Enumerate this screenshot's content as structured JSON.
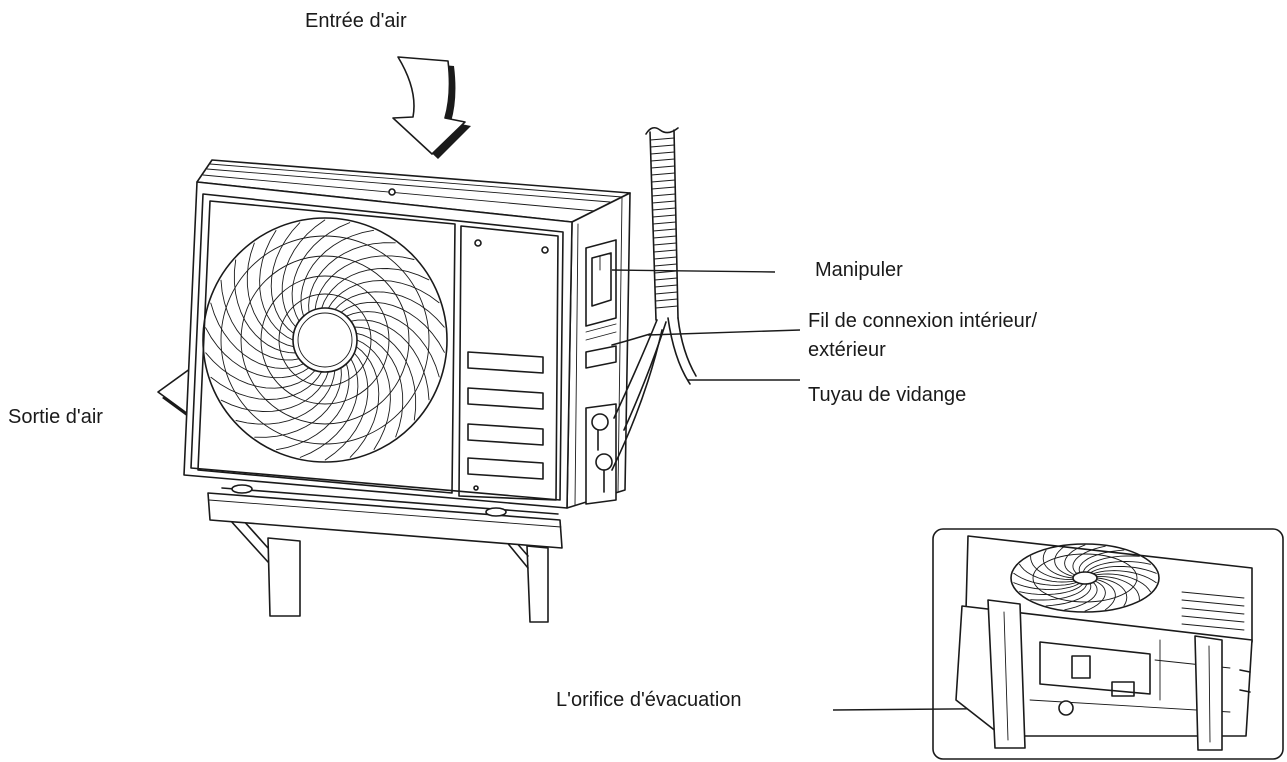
{
  "labels": {
    "air_inlet": "Entrée d'air",
    "handle": "Manipuler",
    "connection_wire_line1": "Fil de connexion intérieur/",
    "connection_wire_line2": "extérieur",
    "drain_hose": "Tuyau de vidange",
    "air_outlet": "Sortie d'air",
    "drain_hole": "L'orifice d'évacuation"
  },
  "colors": {
    "line": "#1a1a1a",
    "background": "#ffffff"
  }
}
